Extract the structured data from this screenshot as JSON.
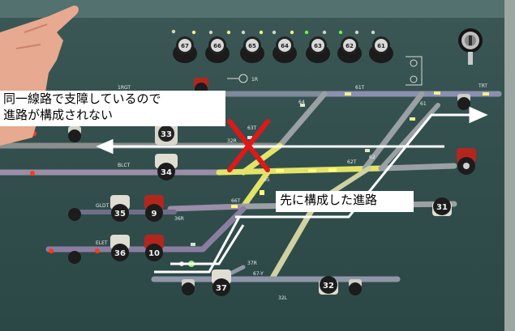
{
  "annotations": {
    "conflict_caption_line1": "同一線路で支障しているので",
    "conflict_caption_line2": "進路が構成されない",
    "route_caption": "先に構成した進路"
  },
  "top_levers": [
    "67",
    "66",
    "65",
    "64",
    "63",
    "62",
    "61"
  ],
  "levers": {
    "l33": "33",
    "l34": "34",
    "l35": "35",
    "l9": "9",
    "l36": "36",
    "l10": "10",
    "l31": "31",
    "l37": "37",
    "l32": "32"
  },
  "track_labels": {
    "t1": "1RGT",
    "t2": "61T",
    "t3": "TRT",
    "t4": "63T",
    "t5": "32R",
    "t6": "BLCT",
    "t7": "62T",
    "t8": "GLDT",
    "t9": "66T",
    "t10": "ELET",
    "t11": "36R",
    "t12": "37R",
    "t13": "67-Y",
    "t14": "32L",
    "t15": "61",
    "t16": "62",
    "t17": "65",
    "t18": "64",
    "t19": "1R"
  },
  "colors": {
    "panel": "#34504e",
    "track_lit_yellow": "#e3e36a",
    "track_occupied_red": "#ff2a1a",
    "route_line": "#ffffff",
    "cross_mark": "#e01818",
    "lever_white": "#e8e6dc",
    "lever_red": "#b3261e"
  },
  "icons": [
    "cross-mark-icon",
    "route-arrow-icon",
    "key-switch-icon",
    "indicator-lamp-icon"
  ]
}
